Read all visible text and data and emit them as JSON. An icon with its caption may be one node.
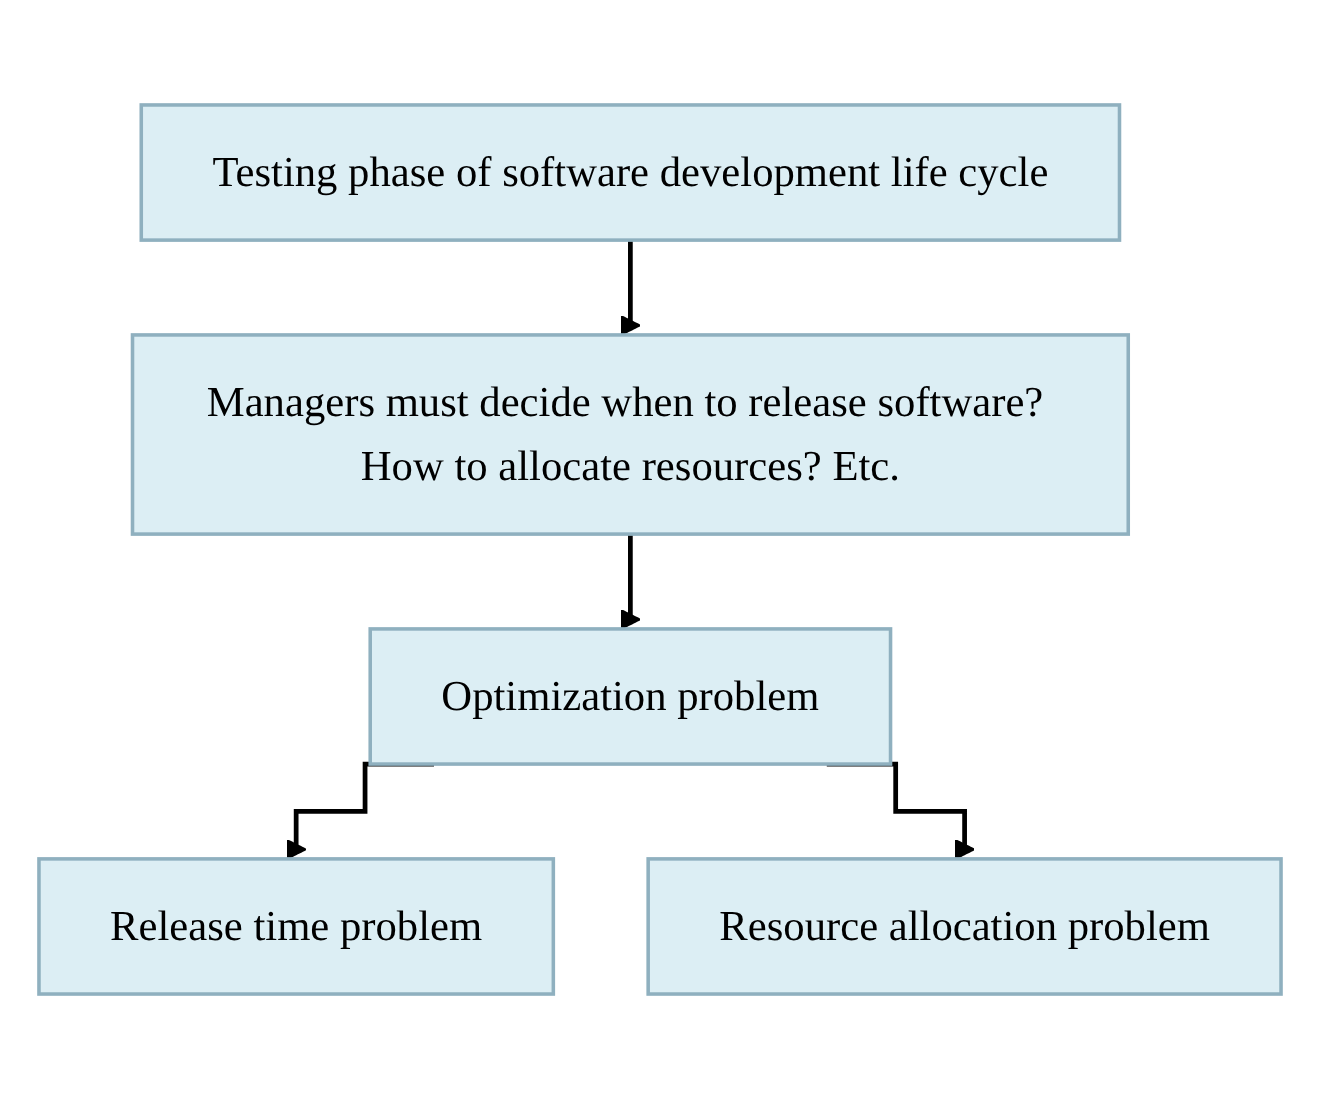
{
  "diagram": {
    "nodes": [
      {
        "text": [
          "Testing phase of software development life cycle"
        ]
      },
      {
        "text": [
          "Managers must decide when to release software? How to allocate resources? Etc."
        ]
      },
      {
        "text": [
          "Optimization problem"
        ]
      },
      {
        "text": [
          "Release time problem"
        ]
      },
      {
        "text": [
          "Resource allocation problem"
        ]
      }
    ],
    "edges": [
      {
        "from": 0,
        "to": 1,
        "arrow": "to"
      },
      {
        "from": 1,
        "to": 2,
        "arrow": "to"
      },
      {
        "from": 2,
        "to": 3,
        "arrow": "to"
      },
      {
        "from": 2,
        "to": 4,
        "arrow": "to"
      }
    ]
  }
}
